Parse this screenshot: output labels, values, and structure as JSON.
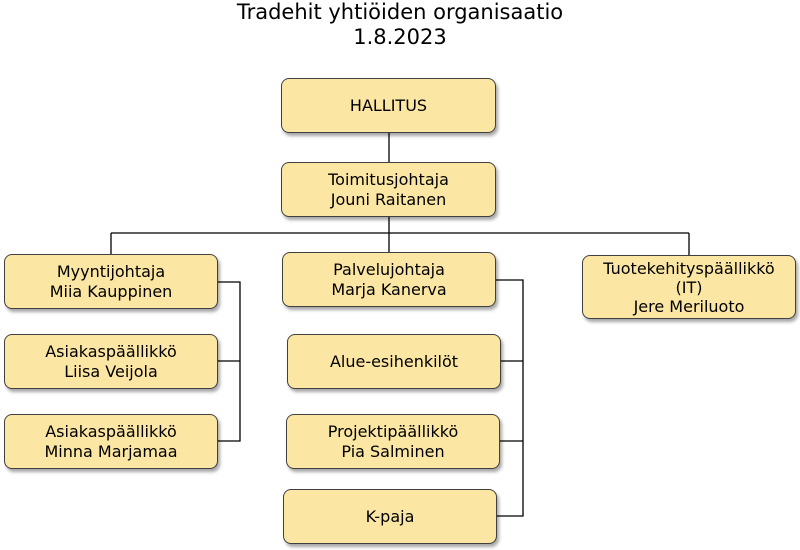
{
  "title": {
    "line1": "Tradehit yhtiöiden organisaatio",
    "line2": "1.8.2023"
  },
  "nodes": {
    "hallitus": {
      "lines": [
        "HALLITUS"
      ]
    },
    "toimitusjohtaja": {
      "lines": [
        "Toimitusjohtaja",
        "Jouni Raitanen"
      ]
    },
    "myyntijohtaja": {
      "lines": [
        "Myyntijohtaja",
        "Miia Kauppinen"
      ]
    },
    "asiakas1": {
      "lines": [
        "Asiakaspäällikkö",
        "Liisa Veijola"
      ]
    },
    "asiakas2": {
      "lines": [
        "Asiakaspäällikkö",
        "Minna Marjamaa"
      ]
    },
    "palvelujohtaja": {
      "lines": [
        "Palvelujohtaja",
        "Marja Kanerva"
      ]
    },
    "alue": {
      "lines": [
        "Alue-esihenkilöt"
      ]
    },
    "projekti": {
      "lines": [
        "Projektipäällikkö",
        "Pia Salminen"
      ]
    },
    "kpaja": {
      "lines": [
        "K-paja"
      ]
    },
    "tuotekehitys": {
      "lines": [
        "Tuotekehityspäällikkö",
        "(IT)",
        "Jere Meriluoto"
      ]
    }
  },
  "colors": {
    "box_fill": "#fbe6a3",
    "box_border": "#404040",
    "connector": "#000000"
  }
}
